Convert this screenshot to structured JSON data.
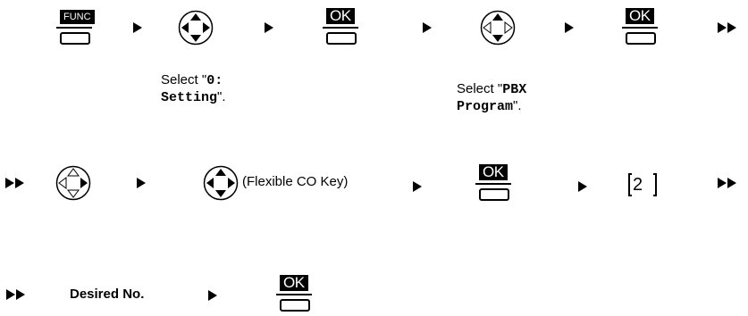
{
  "row1": {
    "func_key": "FUNC",
    "ok_key_1": "OK",
    "ok_key_2": "OK",
    "caption_1_prefix": "Select \"",
    "caption_1_code_line1": "0:",
    "caption_1_code_line2": "Setting",
    "caption_1_suffix": "\".",
    "caption_2_prefix": "Select \"",
    "caption_2_code_line1": "PBX",
    "caption_2_code_line2": "Program",
    "caption_2_suffix": "\"."
  },
  "row2": {
    "flexible_label": "(Flexible CO Key)",
    "ok_key": "OK",
    "digit": "2"
  },
  "row3": {
    "desired_label": "Desired No.",
    "ok_key": "OK"
  },
  "icons": {
    "nav_key": "navigator-key-icon",
    "step_arrow": "step-arrow-icon",
    "continue_arrow": "continue-arrow-icon",
    "soft_button": "soft-button-icon"
  }
}
